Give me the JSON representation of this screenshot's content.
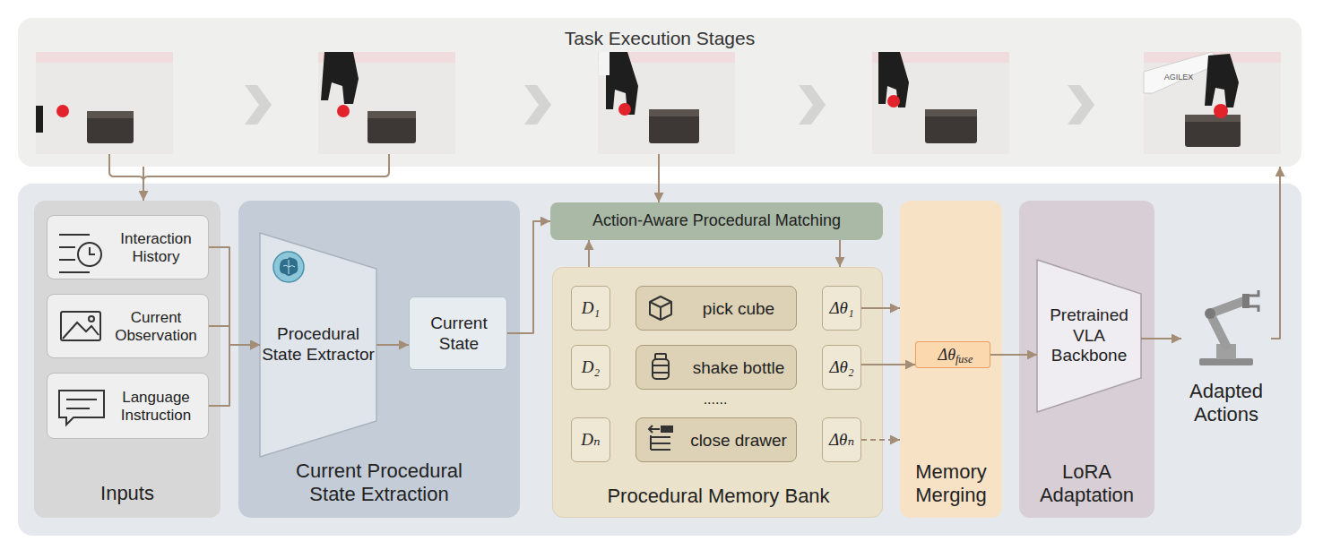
{
  "diagram": {
    "nodes": [
      {
        "text": [
          "Task Execution Stages"
        ]
      },
      {
        "text": [
          "Inputs"
        ]
      },
      {
        "text": [
          "Interaction History"
        ],
        "in": 1
      },
      {
        "text": [
          "Current Observation"
        ],
        "in": 1
      },
      {
        "text": [
          "Language Instruction"
        ],
        "in": 1
      },
      {
        "text": [
          "Current Procedural State Extraction"
        ]
      },
      {
        "text": [
          "Procedural State Extractor"
        ],
        "in": 5
      },
      {
        "text": [
          "Current State"
        ],
        "in": 5
      },
      {
        "text": [
          "Action-Aware Procedural Matching"
        ]
      },
      {
        "text": [
          "Procedural Memory Bank"
        ]
      },
      {
        "text": [
          "D₁"
        ],
        "in": 9
      },
      {
        "text": [
          "pick cube"
        ],
        "in": 9
      },
      {
        "text": [
          "Δθ₁"
        ],
        "in": 9
      },
      {
        "text": [
          "D₂"
        ],
        "in": 9
      },
      {
        "text": [
          "shake bottle"
        ],
        "in": 9
      },
      {
        "text": [
          "Δθ₂"
        ],
        "in": 9
      },
      {
        "text": [
          "Dₙ"
        ],
        "in": 9
      },
      {
        "text": [
          "close drawer"
        ],
        "in": 9
      },
      {
        "text": [
          "Δθₙ"
        ],
        "in": 9
      },
      {
        "text": [
          "Memory Merging"
        ]
      },
      {
        "text": [
          "Δθ",
          "fuse"
        ],
        "in": 19
      },
      {
        "text": [
          "LoRA Adaptation"
        ]
      },
      {
        "text": [
          "Pretrained VLA Backbone"
        ],
        "in": 21
      },
      {
        "text": [
          "Adapted Actions"
        ]
      }
    ],
    "edges": [
      {
        "from": 0,
        "to": 1,
        "arrow": "to"
      },
      {
        "from": 2,
        "to": 6,
        "arrow": "to"
      },
      {
        "from": 3,
        "to": 6,
        "arrow": "to"
      },
      {
        "from": 4,
        "to": 6,
        "arrow": "to"
      },
      {
        "from": 6,
        "to": 7,
        "arrow": "to"
      },
      {
        "from": 7,
        "to": 8,
        "arrow": "to"
      },
      {
        "from": 0,
        "to": 8,
        "arrow": "to"
      },
      {
        "from": 9,
        "to": 8,
        "arrow": "to"
      },
      {
        "from": 8,
        "to": 9,
        "arrow": "to"
      },
      {
        "from": 12,
        "to": 19,
        "arrow": "to"
      },
      {
        "from": 15,
        "to": 20,
        "arrow": "to"
      },
      {
        "from": 18,
        "to": 19,
        "arrow": "to"
      },
      {
        "from": 20,
        "to": 22,
        "arrow": "to"
      },
      {
        "from": 22,
        "to": 23,
        "arrow": "to"
      },
      {
        "from": 23,
        "to": 0,
        "arrow": "to"
      }
    ],
    "labels": [
      "......",
      "AGILEX"
    ]
  }
}
